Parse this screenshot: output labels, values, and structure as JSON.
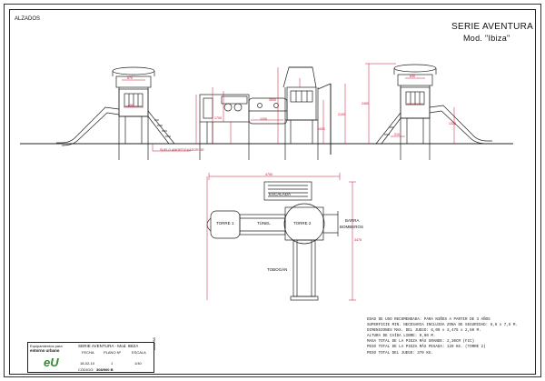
{
  "header": {
    "section_label": "ALZADOS",
    "series_title": "SERIE AVENTURA",
    "model_title": "Mod. \"Ibiza\""
  },
  "elevation": {
    "ground_label": "SUELO AMORTIGUADOR DE",
    "dims": [
      "1700",
      "2100",
      "2450",
      "3000",
      "1200",
      "1000",
      "670",
      "450",
      "210",
      "630",
      "1320"
    ]
  },
  "plan": {
    "labels": {
      "escalada": "ESCALADA",
      "torre1": "TORRE 1",
      "tunel": "TÚNEL",
      "torre2": "TORRE 2",
      "barra": "BARRA",
      "bomberos": "BOMBEROS",
      "tobogan": "TOBOGÁN"
    },
    "dim_width": "4750",
    "dim_depth": "3475",
    "vertical_note": "CAMPAS"
  },
  "notes": [
    "EDAD DE USO RECOMENDADA: PARA NIÑOS A PARTIR DE 3 AÑOS",
    "SUPERFICIE MIN. NECESARIA INCLUIDA ZONA DE SEGURIDAD: 6,6 x 7,5 M.",
    "DIMENSIONES MAX. DEL JUEGO: 6,00 x 3,475 x 2,60 M.",
    "ALTURA DE CAÍDA LIBRE: 0,80 M.",
    "MASA TOTAL DE LA PIEZA MÁS GRANDE: 2,30CM (FIC)",
    "PESO TOTAL DE LA PIEZA MÁS PESADA: 120 KG. (TORRE 2)",
    "PESO TOTAL DEL JUEGO: 370 KG."
  ],
  "title_block": {
    "company_line": "Equipamientos para",
    "company_name": "entorno urbano",
    "logo_text": "eU",
    "project": "SERIE AVENTURA - Mod. IBIZA",
    "col_fecha": "FECHA",
    "col_plano": "PLANO Nº",
    "col_escala": "ESCALA",
    "fecha": "18-02-10",
    "plano": "1",
    "escala": "1/40",
    "codigo_label": "CÓDIGO:",
    "codigo": "308/900 B"
  }
}
